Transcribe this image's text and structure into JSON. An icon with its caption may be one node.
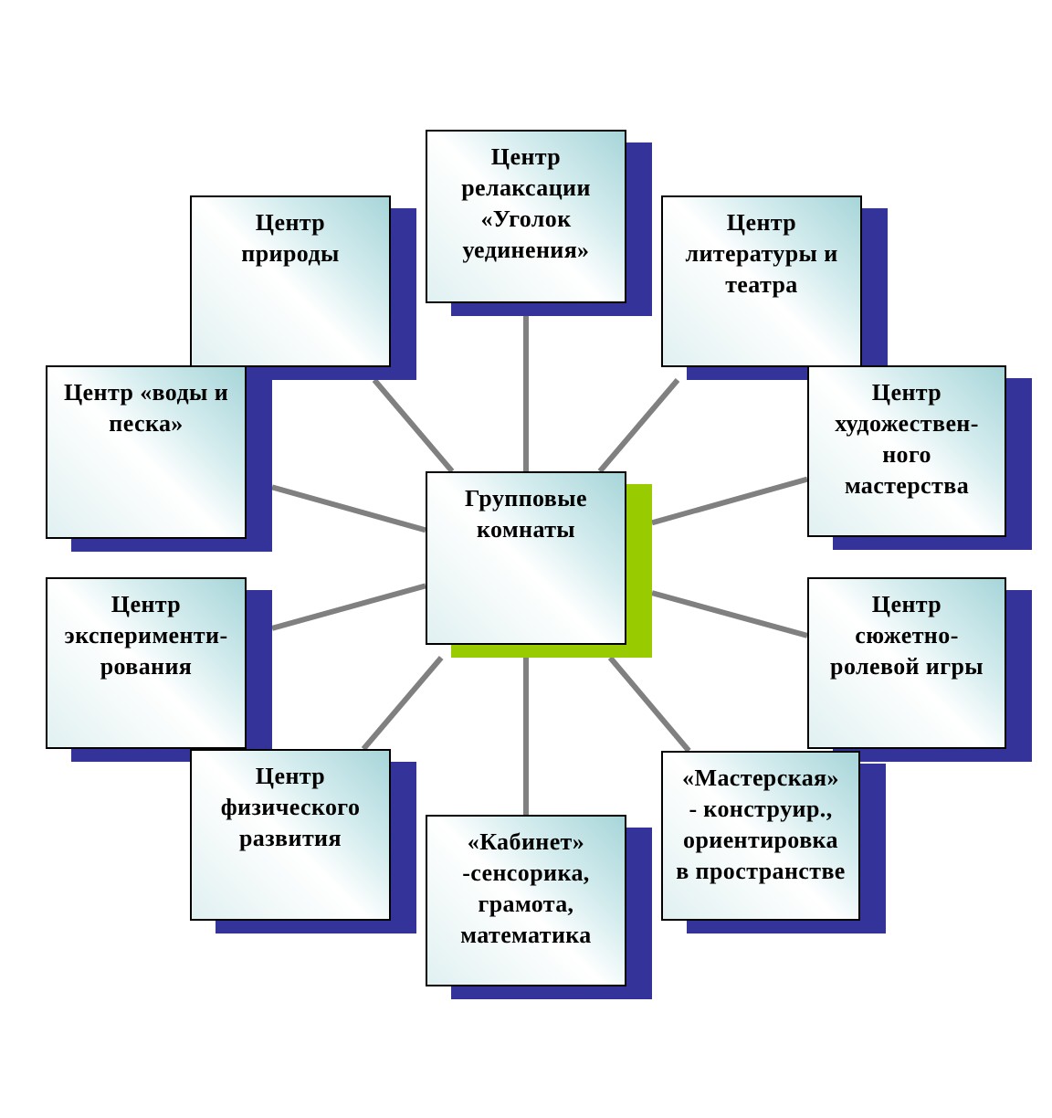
{
  "diagram": {
    "nodes": [
      {
        "text": [
          "Центр релаксации «Уголок уединения»"
        ]
      },
      {
        "text": [
          "Центр природы"
        ]
      },
      {
        "text": [
          "Центр литературы и театра"
        ]
      },
      {
        "text": [
          "Центр «воды и песка»"
        ]
      },
      {
        "text": [
          "Центр художествен- ного мастерства"
        ]
      },
      {
        "text": [
          "Групповые комнаты"
        ]
      },
      {
        "text": [
          "Центр эксперименти- рования"
        ]
      },
      {
        "text": [
          "Центр сюжетно- ролевой игры"
        ]
      },
      {
        "text": [
          "Центр физического развития"
        ]
      },
      {
        "text": [
          "«Мастерская» - конструир., ориентировка в пространстве"
        ]
      },
      {
        "text": [
          "«Кабинет» -сенсорика, грамота, математика"
        ]
      }
    ],
    "edges": [
      {
        "from": 5,
        "to": 0,
        "arrow": "none"
      },
      {
        "from": 5,
        "to": 1,
        "arrow": "none"
      },
      {
        "from": 5,
        "to": 2,
        "arrow": "none"
      },
      {
        "from": 5,
        "to": 3,
        "arrow": "none"
      },
      {
        "from": 5,
        "to": 4,
        "arrow": "none"
      },
      {
        "from": 5,
        "to": 6,
        "arrow": "none"
      },
      {
        "from": 5,
        "to": 7,
        "arrow": "none"
      },
      {
        "from": 5,
        "to": 8,
        "arrow": "none"
      },
      {
        "from": 5,
        "to": 9,
        "arrow": "none"
      },
      {
        "from": 5,
        "to": 10,
        "arrow": "none"
      }
    ]
  }
}
